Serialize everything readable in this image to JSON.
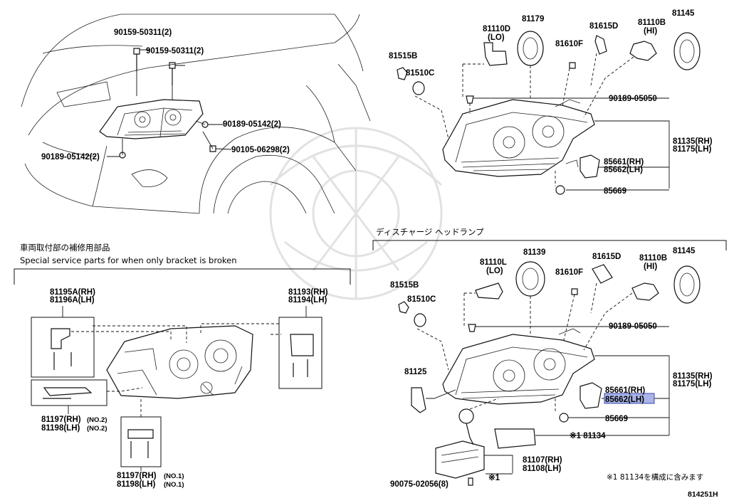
{
  "top_left_labels": {
    "bolt_a": "90159-50311(2)",
    "bolt_b": "90159-50311(2)",
    "screw_right": "90189-05142(2)",
    "screw_left": "90189-05142(2)",
    "nut": "90105-06298(2)"
  },
  "top_right_labels": {
    "p81110d": "81110D",
    "lo": "(LO)",
    "p81179": "81179",
    "p81615d": "81615D",
    "p81110b": "81110B",
    "hi": "(HI)",
    "p81145": "81145",
    "p81515b": "81515B",
    "p81610f": "81610F",
    "p81510c": "81510C",
    "p90189": "90189-05050",
    "p81135": "81135(RH)",
    "p81175": "81175(LH)",
    "p85661": "85661(RH)",
    "p85662": "85662(LH)",
    "p85669": "85669"
  },
  "bracket_section": {
    "title_jp": "車両取付部の補修用部品",
    "title_en": "Special service parts for when only bracket is broken",
    "p81195a": "81195A(RH)",
    "p81196a": "81196A(LH)",
    "p81193": "81193(RH)",
    "p81194": "81194(LH)",
    "p81197_2": "81197(RH)",
    "no2a": "(NO.2)",
    "p81198_2": "81198(LH)",
    "no2b": "(NO.2)",
    "p81197_1": "81197(RH)",
    "no1a": "(NO.1)",
    "p81198_1": "81198(LH)",
    "no1b": "(NO.1)"
  },
  "discharge_section": {
    "title": "ディスチャージ ヘッドランプ",
    "p81110l": "81110L",
    "lo": "(LO)",
    "p81139": "81139",
    "p81615d": "81615D",
    "p81110b": "81110B",
    "hi": "(HI)",
    "p81145": "81145",
    "p81515b": "81515B",
    "p81610f": "81610F",
    "p81510c": "81510C",
    "p90189": "90189-05050",
    "p81125": "81125",
    "p81135": "81135(RH)",
    "p81175": "81175(LH)",
    "p85661": "85661(RH)",
    "p85662": "85662(LH)",
    "p85669": "85669",
    "p81134": "※1 81134",
    "p81107": "81107(RH)",
    "p81108": "81108(LH)",
    "mark": "※1",
    "p90075": "90075-02056(8)",
    "note": "※1 81134を構成に含みます",
    "diagram_id": "814251H"
  },
  "colors": {
    "line": "#111111",
    "highlight_fill": "#aab4e6",
    "highlight_stroke": "#3a48b0",
    "watermark": "#e2e2e2"
  }
}
